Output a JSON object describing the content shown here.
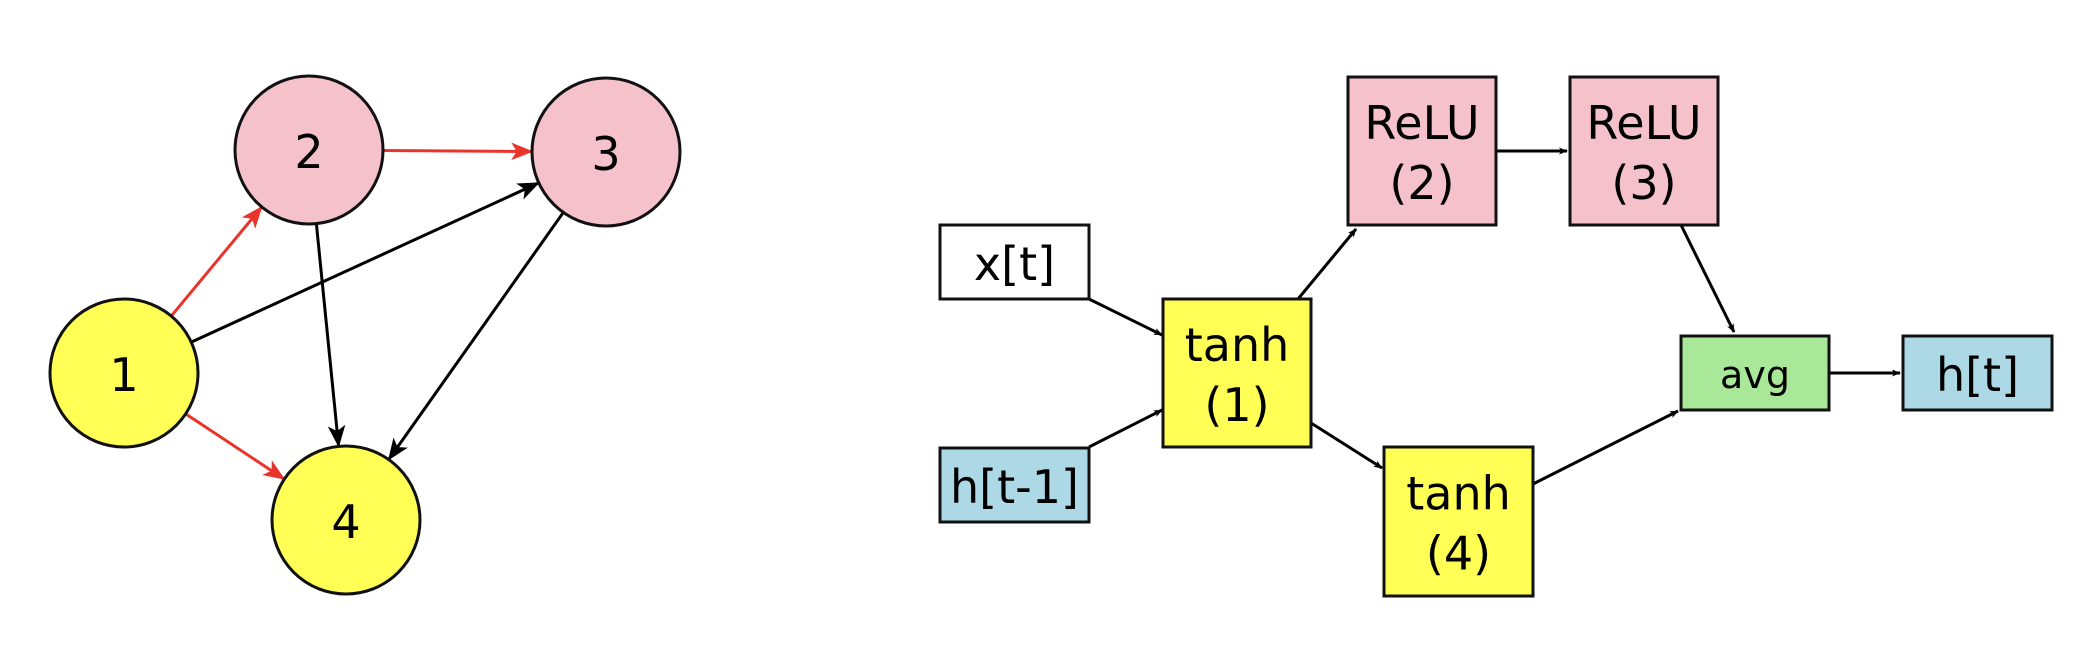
{
  "colors": {
    "yellow": "#ffff55",
    "pink": "#f5c2cb",
    "blue": "#add8e6",
    "green": "#a8e898",
    "white": "#ffffff",
    "stroke": "#111111",
    "edge_black": "#000000",
    "edge_red": "#e8342a"
  },
  "graph": {
    "nodes": [
      {
        "id": "1",
        "label": "1",
        "color": "yellow"
      },
      {
        "id": "2",
        "label": "2",
        "color": "pink"
      },
      {
        "id": "3",
        "label": "3",
        "color": "pink"
      },
      {
        "id": "4",
        "label": "4",
        "color": "yellow"
      }
    ],
    "edges": [
      {
        "from": "1",
        "to": "2",
        "color": "red"
      },
      {
        "from": "1",
        "to": "4",
        "color": "red"
      },
      {
        "from": "2",
        "to": "3",
        "color": "red"
      },
      {
        "from": "1",
        "to": "3",
        "color": "black"
      },
      {
        "from": "2",
        "to": "4",
        "color": "black"
      },
      {
        "from": "3",
        "to": "4",
        "color": "black"
      }
    ]
  },
  "cell": {
    "nodes": [
      {
        "id": "xt",
        "lines": [
          "x[t]"
        ],
        "color": "white"
      },
      {
        "id": "ht1",
        "lines": [
          "h[t-1]"
        ],
        "color": "blue"
      },
      {
        "id": "tanh1",
        "lines": [
          "tanh",
          "(1)"
        ],
        "color": "yellow"
      },
      {
        "id": "relu2",
        "lines": [
          "ReLU",
          "(2)"
        ],
        "color": "pink"
      },
      {
        "id": "relu3",
        "lines": [
          "ReLU",
          "(3)"
        ],
        "color": "pink"
      },
      {
        "id": "tanh4",
        "lines": [
          "tanh",
          "(4)"
        ],
        "color": "yellow"
      },
      {
        "id": "avg",
        "lines": [
          "avg"
        ],
        "color": "green"
      },
      {
        "id": "ht",
        "lines": [
          "h[t]"
        ],
        "color": "blue"
      }
    ],
    "edges": [
      {
        "from": "xt",
        "to": "tanh1"
      },
      {
        "from": "ht1",
        "to": "tanh1"
      },
      {
        "from": "tanh1",
        "to": "relu2"
      },
      {
        "from": "tanh1",
        "to": "tanh4"
      },
      {
        "from": "relu2",
        "to": "relu3"
      },
      {
        "from": "relu3",
        "to": "avg"
      },
      {
        "from": "tanh4",
        "to": "avg"
      },
      {
        "from": "avg",
        "to": "ht"
      }
    ]
  }
}
